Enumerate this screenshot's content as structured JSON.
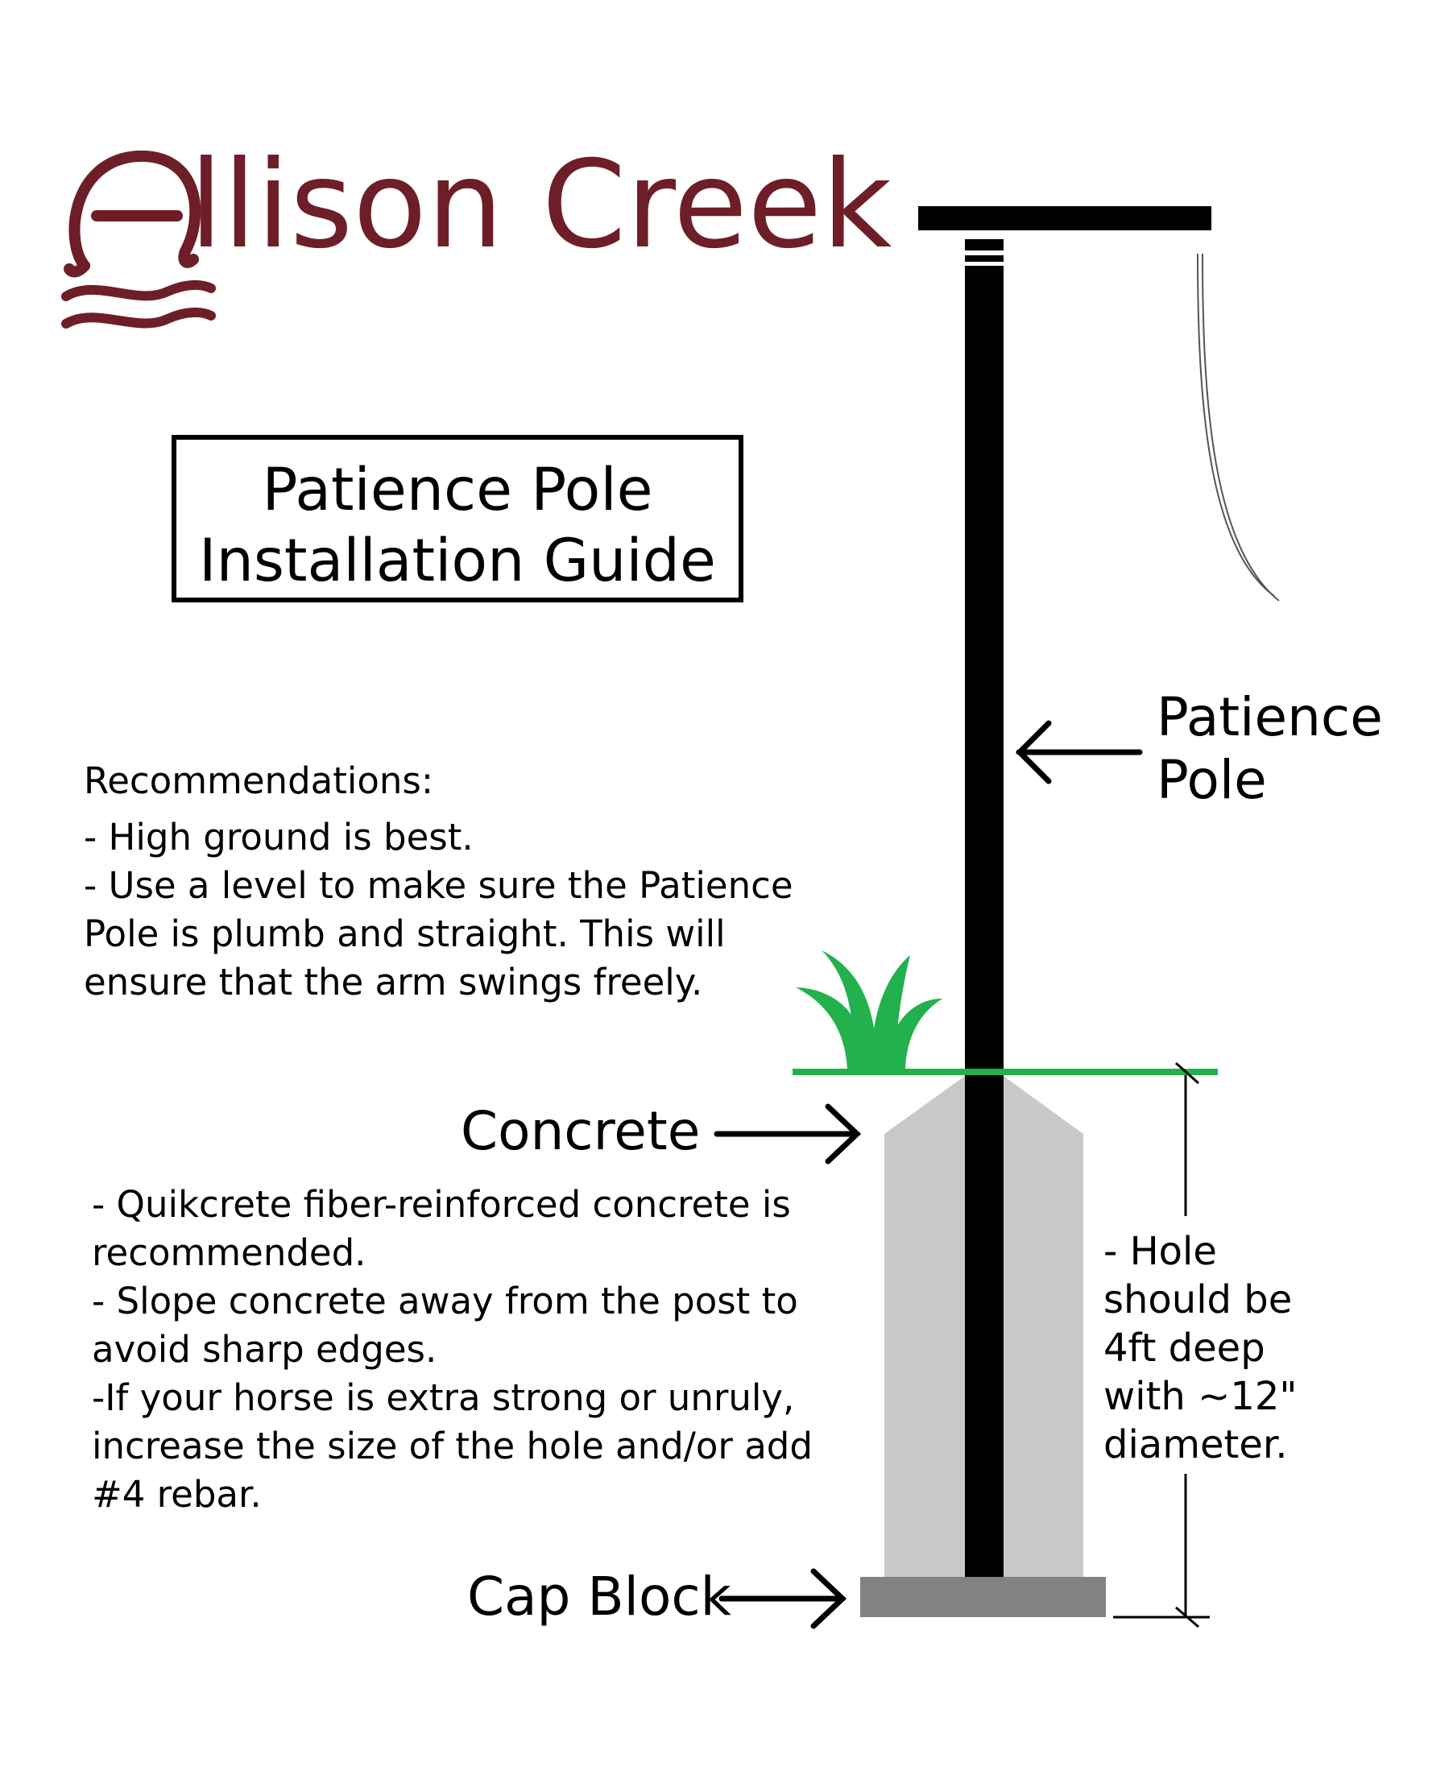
{
  "logo": {
    "text": "llison Creek",
    "brand_color": "#6e1e26"
  },
  "title": {
    "line1": "Patience Pole",
    "line2": "Installation Guide"
  },
  "recommendations": {
    "heading": "Recommendations:",
    "lines": [
      "- High ground is best.",
      "- Use a level to make sure the Patience",
      "Pole is plumb and straight. This will",
      "ensure that the arm swings freely."
    ]
  },
  "labels": {
    "patience_pole_1": "Patience",
    "patience_pole_2": "Pole",
    "concrete": "Concrete",
    "cap_block": "Cap Block"
  },
  "concrete_notes": {
    "lines": [
      "- Quikcrete fiber-reinforced concrete is",
      "recommended.",
      "- Slope concrete away from the post to",
      "avoid sharp edges.",
      "-If your horse is extra strong or unruly,",
      "increase the size of the hole and/or add",
      "#4 rebar."
    ]
  },
  "hole_note": {
    "lines": [
      "- Hole",
      "should be",
      "4ft deep",
      "with ~12\"",
      "diameter."
    ]
  },
  "colors": {
    "pole": "#000000",
    "concrete": "#c8c8c8",
    "cap_block": "#828282",
    "grass": "#22b14c",
    "logo": "#6e1e26"
  }
}
